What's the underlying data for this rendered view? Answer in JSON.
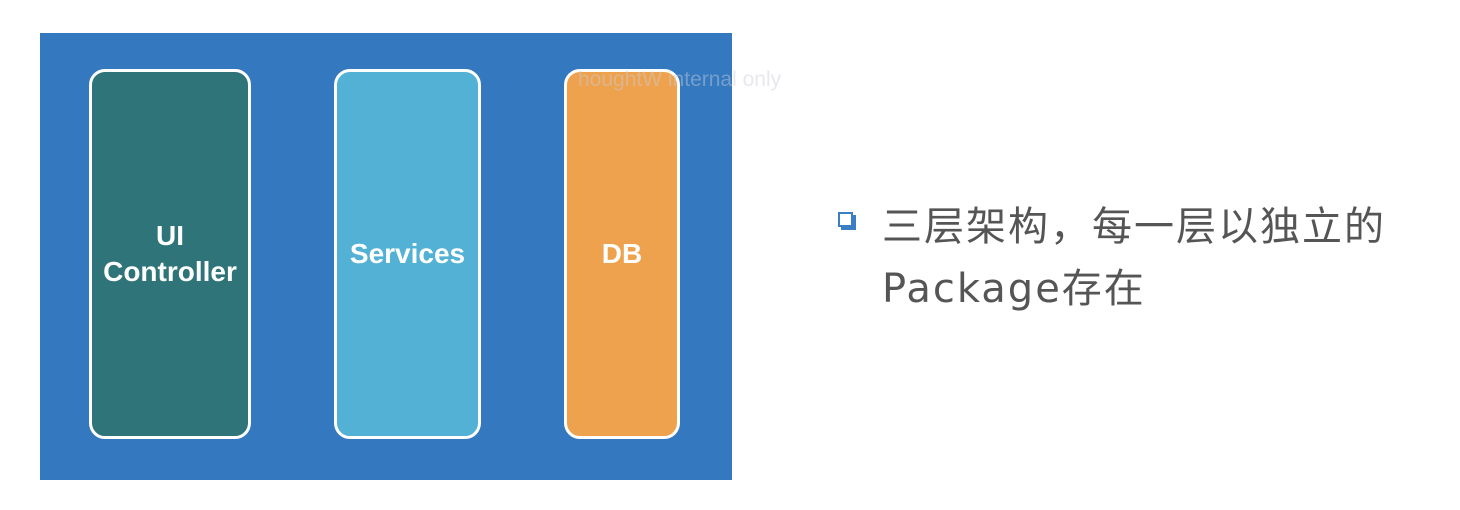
{
  "diagram": {
    "layers": [
      {
        "label": "UI\nController",
        "color": "#2e7478"
      },
      {
        "label": "Services",
        "color": "#52b1d4"
      },
      {
        "label": "DB",
        "color": "#efa24e"
      }
    ],
    "background_color": "#3478c0"
  },
  "watermark": "houghtW   internal only",
  "bullet": {
    "icon": "square-bullet-icon",
    "text": "三层架构，每一层以独立的Package存在"
  }
}
